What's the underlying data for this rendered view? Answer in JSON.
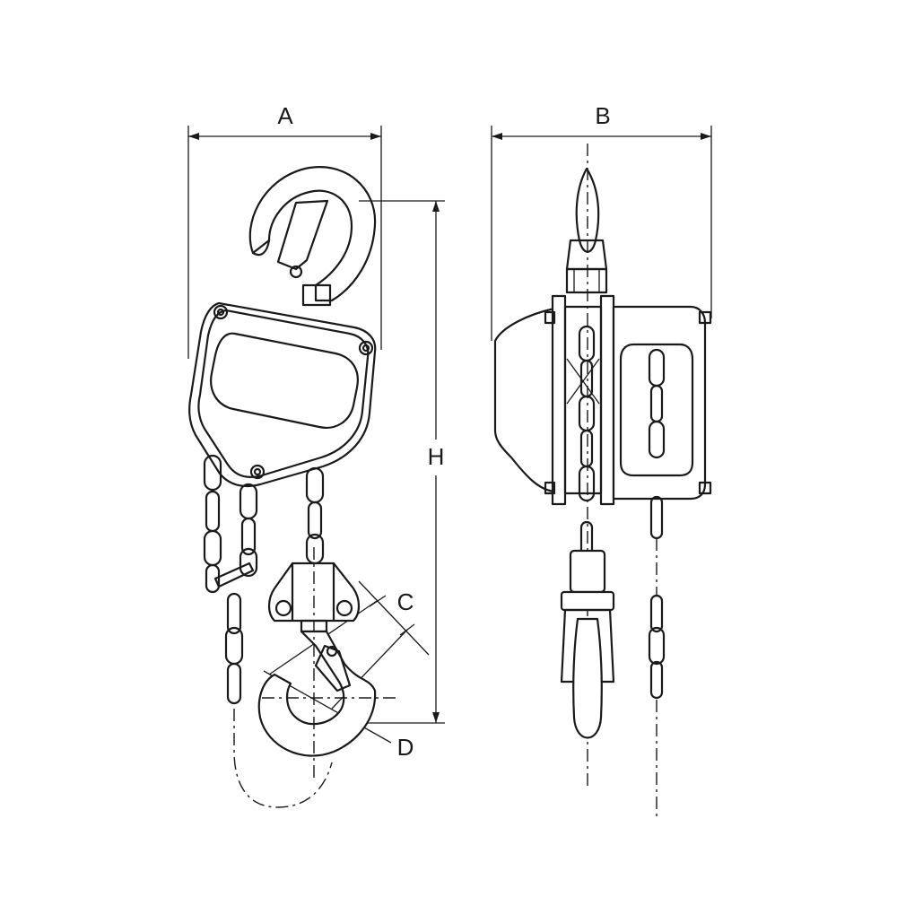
{
  "diagram": {
    "labels": {
      "a": "A",
      "b": "B",
      "c": "C",
      "d": "D",
      "h": "H"
    }
  }
}
